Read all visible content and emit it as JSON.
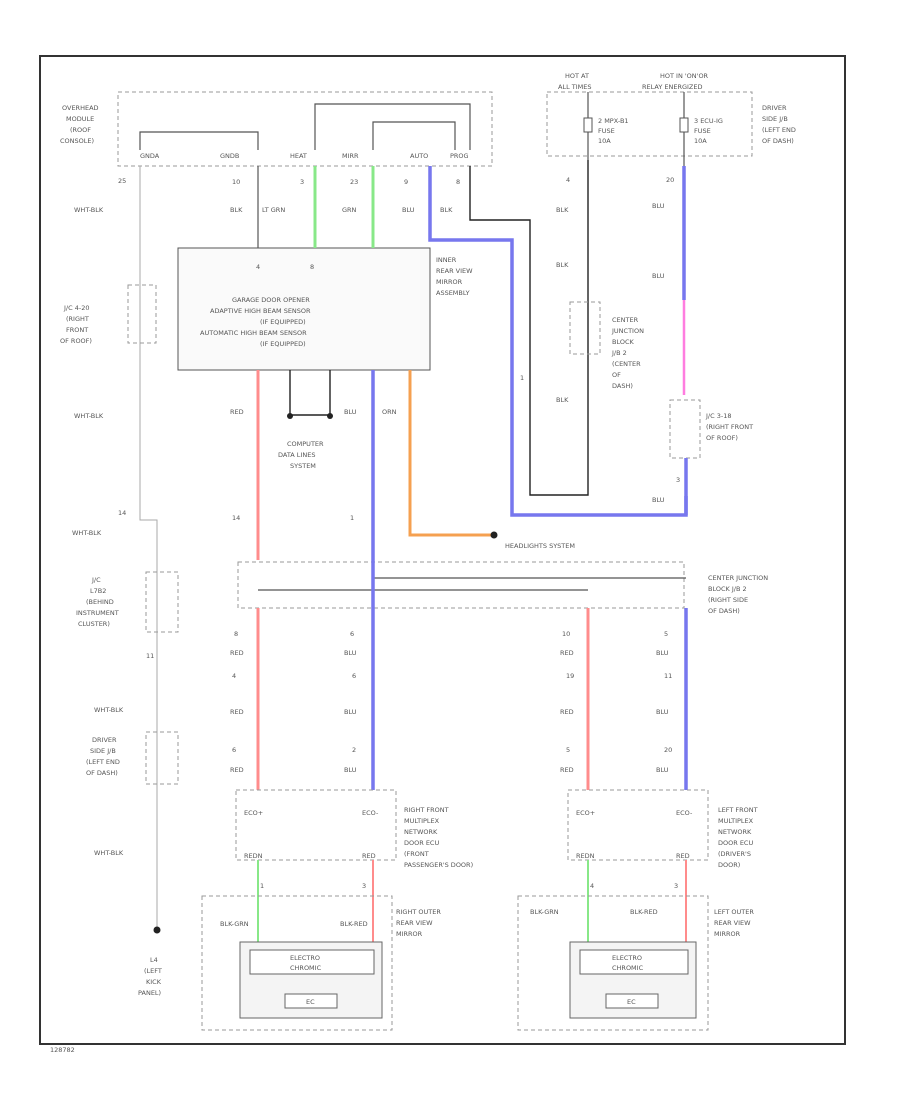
{
  "labels": {
    "overhead_module": [
      "OVERHEAD",
      "MODULE",
      "(ROOF",
      "CONSOLE)"
    ],
    "pins_top": [
      "GNDA",
      "GNDB",
      "HEAT",
      "MIRR",
      "AUTO",
      "PROG"
    ],
    "hot_at_all_times": [
      "HOT AT",
      "ALL TIMES"
    ],
    "hot_relay": [
      "HOT IN 'ON'OR",
      "RELAY ENERGIZED"
    ],
    "fuse_left": [
      "2 MPX-B1",
      "FUSE",
      "10A"
    ],
    "fuse_right": [
      "3 ECU-IG",
      "FUSE",
      "10A"
    ],
    "driver_side_jb_top": [
      "DRIVER",
      "SIDE J/B",
      "(LEFT END",
      "OF DASH)"
    ],
    "garage_door": [
      "GARAGE DOOR OPENER",
      "ADAPTIVE HIGH BEAM SENSOR",
      "(IF EQUIPPED)",
      "AUTOMATIC HIGH BEAM SENSOR",
      "(IF EQUIPPED)"
    ],
    "inner_mirror": [
      "INNER",
      "REAR VIEW",
      "MIRROR",
      "ASSEMBLY"
    ],
    "jc_roof_left": [
      "J/C 4-20",
      "(RIGHT",
      "FRONT",
      "OF ROOF)"
    ],
    "center_jb_left": [
      "CENTER",
      "JUNCTION",
      "BLOCK",
      "J/B 2",
      "(CENTER",
      "OF",
      "DASH)"
    ],
    "jc_roof_right": [
      "J/C 3-18",
      "(RIGHT FRONT",
      "OF ROOF)"
    ],
    "computer_data": [
      "COMPUTER",
      "DATA LINES",
      "SYSTEM"
    ],
    "headlights": "HEADLIGHTS SYSTEM",
    "center_jb_right": [
      "CENTER JUNCTION",
      "BLOCK J/B 2",
      "(RIGHT SIDE",
      "OF DASH)"
    ],
    "jc_instr": [
      "J/C",
      "L7B2",
      "(BEHIND",
      "INSTRUMENT",
      "CLUSTER)"
    ],
    "driver_side_jb_bottom": [
      "DRIVER",
      "SIDE J/B",
      "(LEFT END",
      "OF DASH)"
    ],
    "right_ecu": [
      "RIGHT FRONT",
      "MULTIPLEX",
      "NETWORK",
      "DOOR ECU",
      "(FRONT",
      "PASSENGER'S DOOR)"
    ],
    "left_ecu": [
      "LEFT FRONT",
      "MULTIPLEX",
      "NETWORK",
      "DOOR ECU",
      "(DRIVER'S",
      "DOOR)"
    ],
    "right_mirror": [
      "RIGHT OUTER",
      "REAR VIEW",
      "MIRROR"
    ],
    "left_mirror": [
      "LEFT OUTER",
      "REAR VIEW",
      "MIRROR"
    ],
    "ground": [
      "L4",
      "(LEFT",
      "KICK",
      "PANEL)"
    ],
    "ecu_pins": [
      "ECO+",
      "ECO-",
      "REDN",
      "RED"
    ],
    "mirror_inner": [
      "ELECTRO",
      "CHROMIC",
      "EC"
    ],
    "wire_colors": {
      "wht_blk": "WHT-BLK",
      "blk": "BLK",
      "lt_grn": "LT GRN",
      "grn": "GRN",
      "blu": "BLU",
      "red": "RED",
      "orn": "ORN",
      "blk_grn": "BLK-GRN",
      "blk_red": "BLK-RED"
    },
    "pin_numbers": [
      "25",
      "10",
      "3",
      "23",
      "9",
      "8",
      "4",
      "8",
      "14",
      "1",
      "8",
      "6",
      "10",
      "5",
      "4",
      "6",
      "19",
      "11",
      "6",
      "2",
      "5",
      "20",
      "1",
      "3",
      "4",
      "3",
      "14",
      "11",
      "20",
      "3",
      "1",
      "4"
    ],
    "footer_code": "128782"
  },
  "colors": {
    "red_wire": "#ff8c8c",
    "blue_wire": "#7777ee",
    "green_wire": "#88e888",
    "orange_wire": "#f5a050",
    "pink_wire": "#ff7de0"
  }
}
